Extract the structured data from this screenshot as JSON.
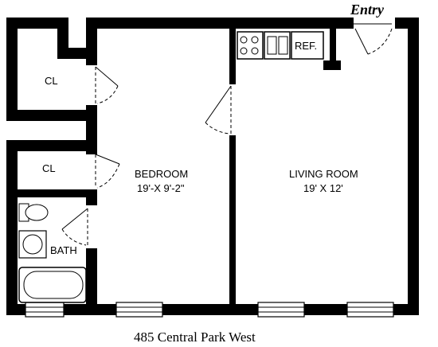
{
  "plan": {
    "entry_label": "Entry",
    "caption": "485 Central Park West",
    "rooms": {
      "closet_upper": "CL",
      "closet_lower": "CL",
      "bedroom_name": "BEDROOM",
      "bedroom_size": "19'-X 9'-2\"",
      "living_name": "LIVING ROOM",
      "living_size": "19' X 12'",
      "bath": "BATH",
      "refrigerator": "REF."
    }
  }
}
